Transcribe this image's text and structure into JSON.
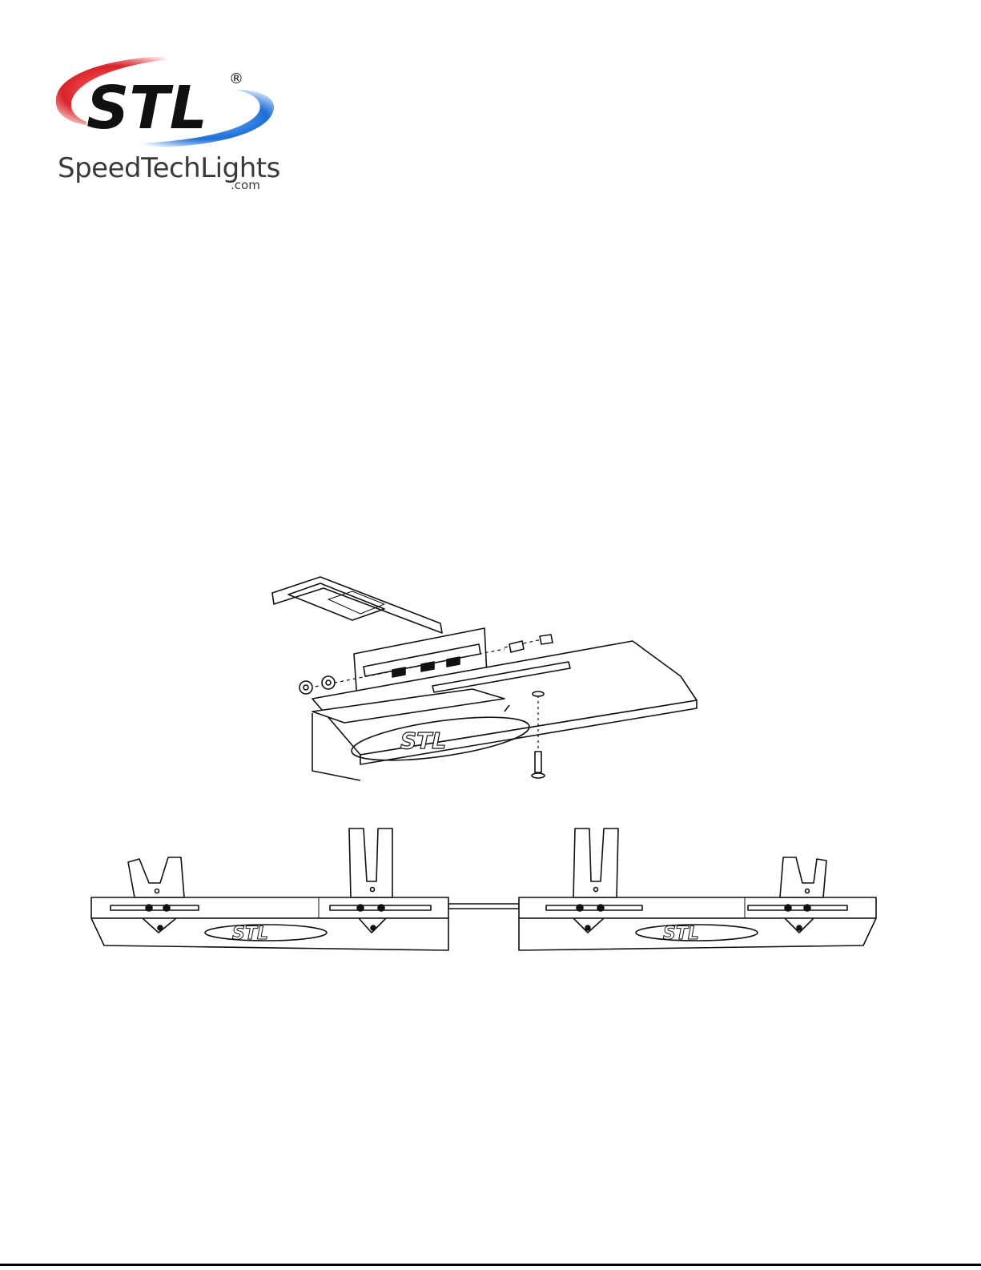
{
  "logo": {
    "mark": "STL",
    "registered": "®",
    "brand_name": "SpeedTechLights",
    "domain_suffix": ".com"
  },
  "figures": {
    "mounting_detail_emboss": "STL",
    "lightbar_emboss_left": "STL",
    "lightbar_emboss_right": "STL"
  },
  "colors": {
    "swoosh_red": "#d9232a",
    "swoosh_blue": "#1e6fd9",
    "ink": "#111111",
    "brand_grey": "#3a3a3a"
  }
}
